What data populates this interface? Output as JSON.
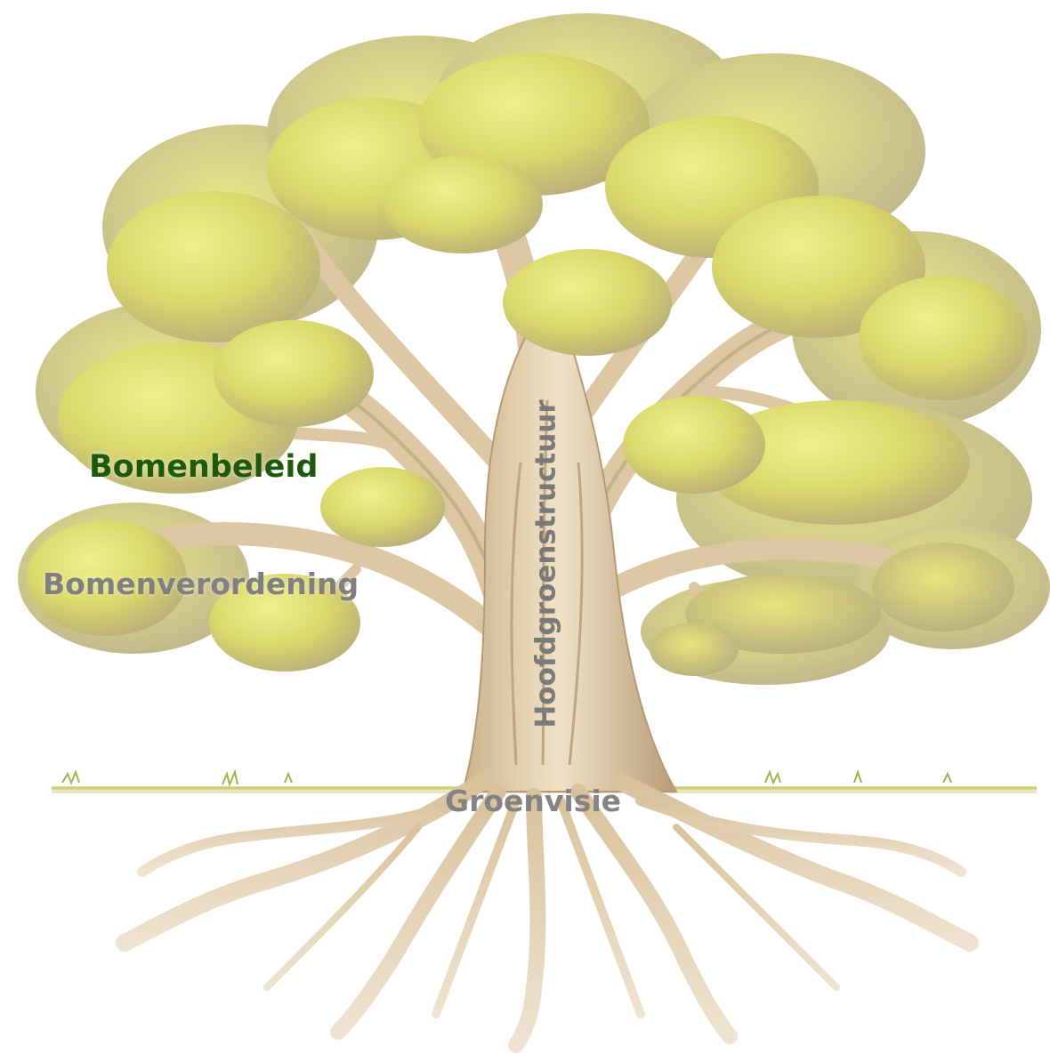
{
  "diagram": {
    "labels": {
      "bomenbeleid": "Bomenbeleid",
      "bomenverordening": "Bomenverordening",
      "hoofdgroenstructuur": "Hoofdgroenstructuur",
      "groenvisie": "Groenvisie"
    },
    "colors": {
      "foliage_light": "#e4e77a",
      "foliage_mid": "#c9c75f",
      "foliage_shadow": "#b8ad7c",
      "bark": "#e3cfac",
      "bark_dark": "#b79a74",
      "ground": "#cfd78a",
      "label_green": "#1e5a0e",
      "label_gray": "#808080"
    }
  }
}
